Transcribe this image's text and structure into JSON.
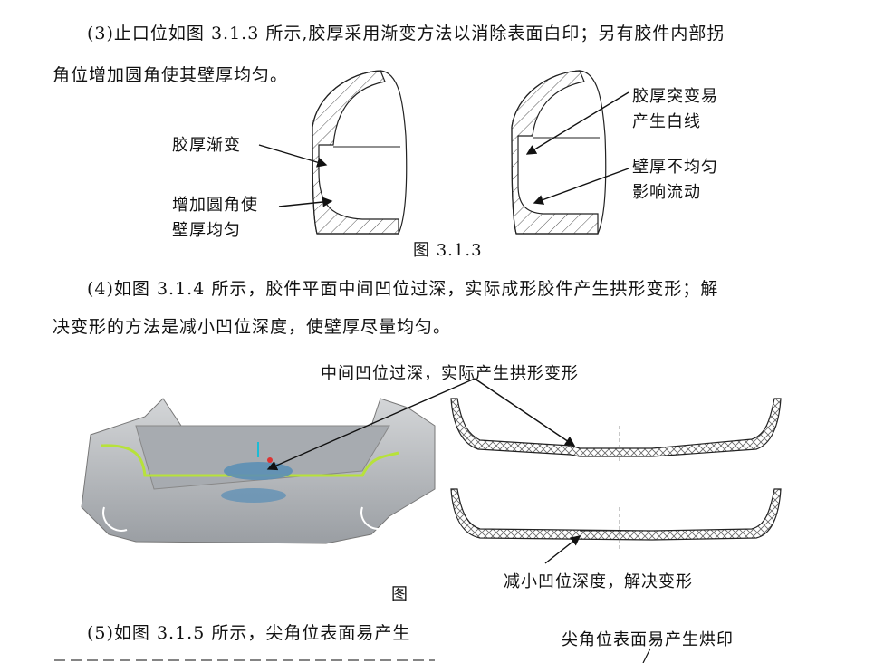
{
  "paragraph_3": {
    "line1": "(3)止口位如图 3.1.3 所示,胶厚采用渐变方法以消除表面白印；另有胶件内部拐",
    "line2": "角位增加圆角使其壁厚均匀。"
  },
  "figure_313": {
    "left_label_1": "胶厚渐变",
    "left_label_2a": "增加圆角使",
    "left_label_2b": "壁厚均匀",
    "right_label_1a": "胶厚突变易",
    "right_label_1b": "产生白线",
    "right_label_2a": "壁厚不均匀",
    "right_label_2b": "影响流动",
    "caption": "图 3.1.3"
  },
  "paragraph_4": {
    "line1": "(4)如图 3.1.4 所示，胶件平面中间凹位过深，实际成形胶件产生拱形变形；解",
    "line2": "决变形的方法是减小凹位深度，使壁厚尽量均匀。"
  },
  "figure_314": {
    "top_label": "中间凹位过深，实际产生拱形变形",
    "bottom_label": "减小凹位深度，解决变形",
    "caption": "图"
  },
  "paragraph_5": {
    "line1": "(5)如图 3.1.5 所示，尖角位表面易产生"
  },
  "figure_315": {
    "top_label": "尖角位表面易产生烘印"
  },
  "colors": {
    "text": "#111111",
    "part_gray": "#b9bcbf",
    "part_dark": "#8d9196",
    "highlight_green": "#b7e23a",
    "recess_blue": "#5c8fb5"
  }
}
